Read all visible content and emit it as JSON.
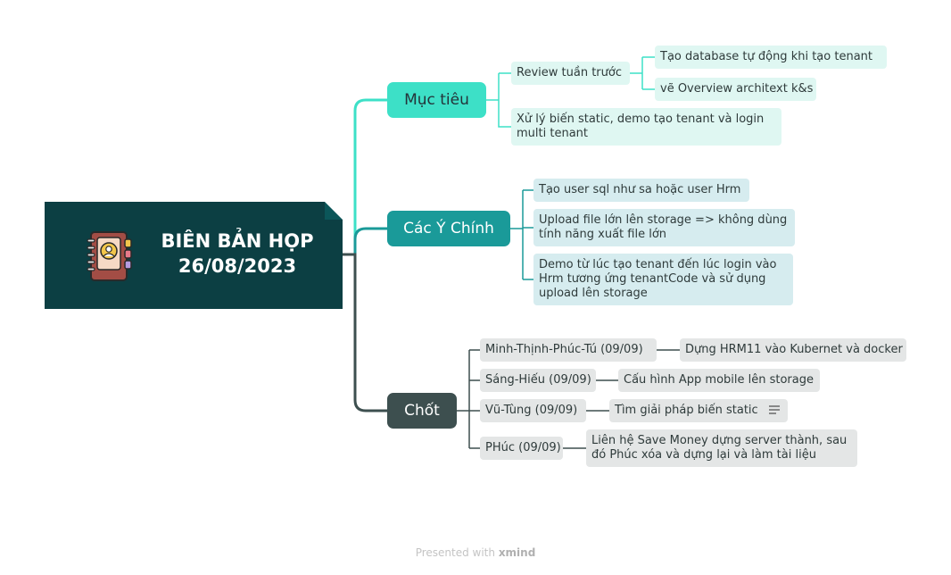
{
  "root": {
    "title_line1": "BIÊN BẢN HỌP",
    "title_line2": "26/08/2023",
    "icon": "notebook-icon"
  },
  "branches": {
    "muc_tieu": {
      "label": "Mục tiêu",
      "children": {
        "review": "Review tuần trước",
        "review_children": [
          "Tạo database tự động khi tạo tenant",
          "vẽ Overview architext k&s"
        ],
        "xu_ly_line1": "Xử lý biến static, demo tạo tenant và login",
        "xu_ly_line2": "multi tenant"
      }
    },
    "cac_y_chinh": {
      "label": "Các Ý Chính",
      "children": [
        {
          "lines": [
            "Tạo user sql như sa hoặc user Hrm"
          ]
        },
        {
          "lines": [
            "Upload file lớn lên storage => không dùng",
            "tính năng xuất file lớn"
          ]
        },
        {
          "lines": [
            "Demo từ lúc tạo tenant đến lúc login vào",
            "Hrm tương ứng tenantCode và sử dụng",
            "upload lên storage"
          ]
        }
      ]
    },
    "chot": {
      "label": "Chốt",
      "children": [
        {
          "who": "Minh-Thịnh-Phúc-Tú (09/09)",
          "task": [
            "Dựng HRM11 vào Kubernet và docker"
          ]
        },
        {
          "who": "Sáng-Hiếu (09/09)",
          "task": [
            "Cấu hình App mobile lên storage"
          ]
        },
        {
          "who": "Vũ-Tùng (09/09)",
          "task": [
            "Tìm giải pháp biến static"
          ],
          "notes_icon": "notes-icon"
        },
        {
          "who": "PHúc (09/09)",
          "task": [
            "Liên hệ Save Money dựng server thành, sau",
            "đó Phúc xóa và dựng lại và làm tài liệu"
          ]
        }
      ]
    }
  },
  "footer": {
    "prefix": "Presented with",
    "brand": "xmind"
  },
  "colors": {
    "root": "#0c3f43",
    "branch1": "#3de0c7",
    "branch2": "#1a9a99",
    "branch3": "#3d4f4f"
  }
}
